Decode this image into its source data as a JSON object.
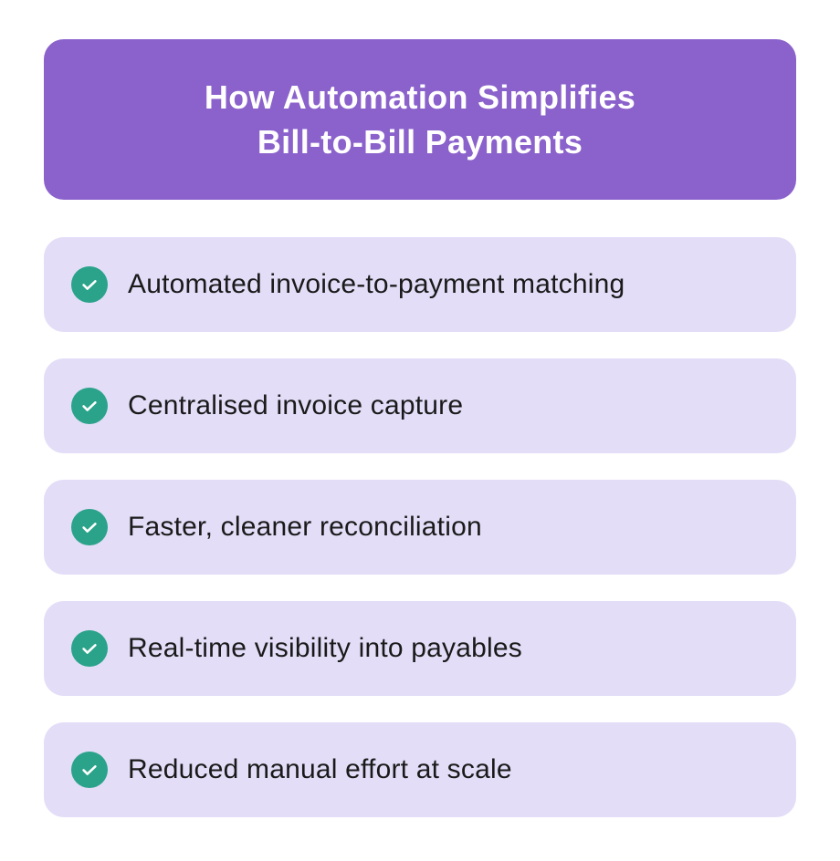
{
  "colors": {
    "page_bg": "#FFFFFF",
    "header_bg": "#8B62CB",
    "item_bg": "#E3DDF8",
    "check_bg": "#2AA38A",
    "title_text": "#FFFFFF",
    "item_text": "#1A1A1A",
    "check_mark": "#FFFFFF"
  },
  "header": {
    "title_line1": "How Automation Simplifies",
    "title_line2": "Bill-to-Bill Payments"
  },
  "items": [
    {
      "icon": "check-icon",
      "label": "Automated invoice-to-payment matching"
    },
    {
      "icon": "check-icon",
      "label": "Centralised invoice capture"
    },
    {
      "icon": "check-icon",
      "label": "Faster, cleaner reconciliation"
    },
    {
      "icon": "check-icon",
      "label": "Real-time visibility into payables"
    },
    {
      "icon": "check-icon",
      "label": "Reduced manual effort at scale"
    }
  ]
}
